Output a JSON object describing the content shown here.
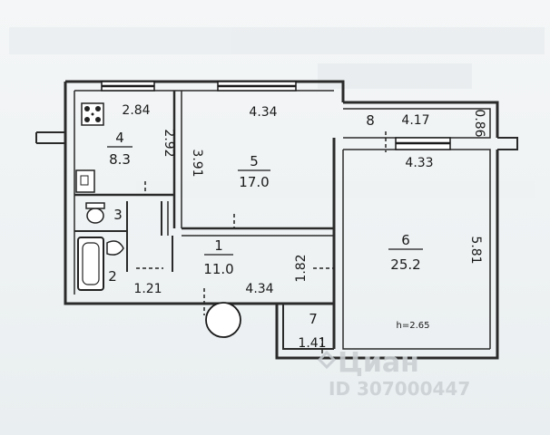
{
  "rooms": [
    {
      "number": "4",
      "area": "8.3"
    },
    {
      "number": "5",
      "area": "17.0"
    },
    {
      "number": "1",
      "area": "11.0"
    },
    {
      "number": "6",
      "area": "25.2"
    },
    {
      "number": "3"
    },
    {
      "number": "2"
    },
    {
      "number": "7"
    },
    {
      "number": "8"
    }
  ],
  "dimensions": {
    "room4_width": "2.84",
    "room4_height": "2.92",
    "room5_width": "4.34",
    "room5_height": "3.91",
    "room1_width": "4.34",
    "room1_height": "1.82",
    "bath_width": "1.21",
    "room7_width": "1.41",
    "balcony_width": "4.17",
    "balcony_depth": "0.86",
    "room6_width": "4.33",
    "room6_height": "5.81"
  },
  "ceiling_height": "h=2.65",
  "watermark": {
    "brand": "Циан",
    "id": "ID 307000447"
  }
}
